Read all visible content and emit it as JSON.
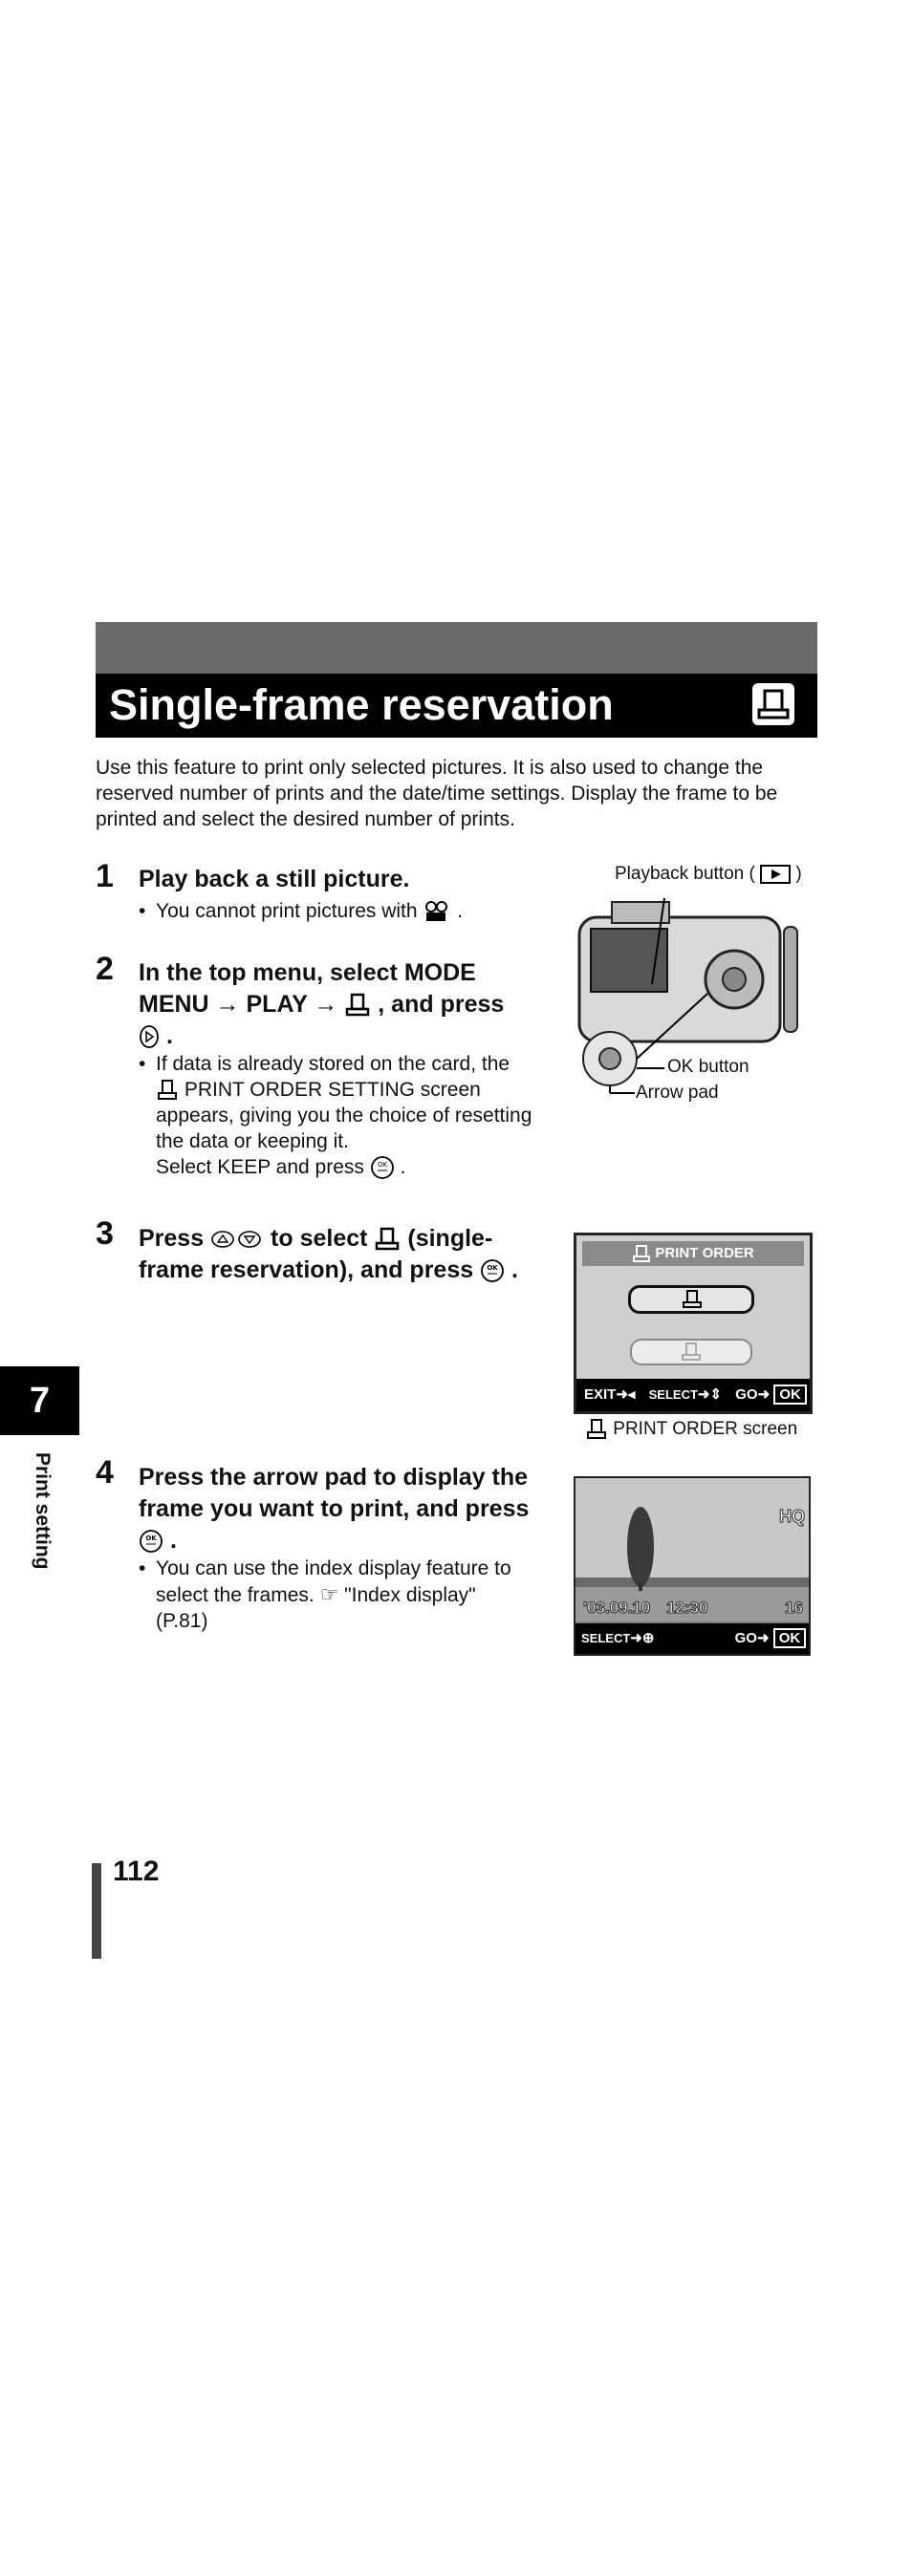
{
  "title": "Single-frame reservation",
  "intro": "Use this feature to print only selected pictures. It is also used to change the reserved number of prints and the date/time settings. Display the frame to be printed and select the desired number of prints.",
  "steps": [
    {
      "number": "1",
      "title": "Play back a still picture.",
      "bullet": "You cannot print pictures with"
    },
    {
      "number": "2",
      "title_a": "In the top menu, select MODE",
      "title_b": "MENU → PLAY →",
      "title_c": ", and press",
      "bullet_a": "If data is already stored on the card, the",
      "bullet_b": "PRINT ORDER SETTING screen",
      "bullet_c": "appears, giving you the choice of resetting",
      "bullet_d": "the data or keeping it.",
      "bullet_e": "Select KEEP and press"
    },
    {
      "number": "3",
      "title_a": "Press",
      "title_b": "to select",
      "title_c": "(single-",
      "title_d": "frame reservation), and press"
    },
    {
      "number": "4",
      "title_a": "Press the arrow pad to display the",
      "title_b": "frame you want to print, and press",
      "bullet_a": "You can use the index display feature to",
      "bullet_b": "select the frames.",
      "bullet_c": "\"Index display\"",
      "bullet_d": "(P.81)"
    }
  ],
  "camera_labels": {
    "playback": "Playback button (",
    "playback_end": ")",
    "ok": "OK button",
    "arrow": "Arrow pad"
  },
  "print_order_screen": {
    "header": "PRINT ORDER",
    "exit": "EXIT",
    "select": "SELECT",
    "go": "GO",
    "ok": "OK",
    "caption": "PRINT ORDER screen"
  },
  "photo_screen": {
    "quality": "HQ",
    "date": "'03.09.10",
    "time": "12:30",
    "frame": "16",
    "select": "SELECT",
    "go": "GO",
    "ok": "OK"
  },
  "chapter": {
    "number": "7",
    "label": "Print setting"
  },
  "page_number": "112"
}
